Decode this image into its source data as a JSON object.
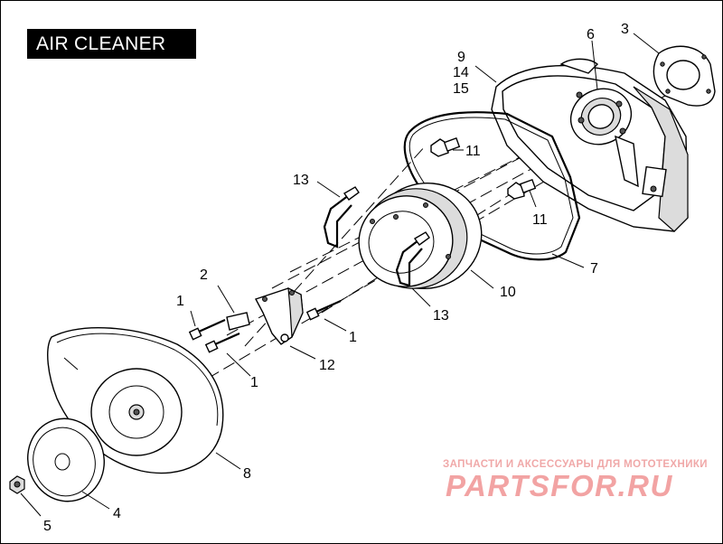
{
  "title": "AIR CLEANER",
  "callouts": {
    "c1_top": "1",
    "c1_right": "1",
    "c1_bottom": "1",
    "c2": "2",
    "c3": "3",
    "c4": "4",
    "c5": "5",
    "c6": "6",
    "c7": "7",
    "c8": "8",
    "c9": "9",
    "c14": "14",
    "c15": "15",
    "c10": "10",
    "c11_top": "11",
    "c11_mid": "11",
    "c12": "12",
    "c13_top": "13",
    "c13_bottom": "13"
  },
  "watermark": {
    "tagline": "ЗАПЧАСТИ И АКСЕССУАРЫ ДЛЯ МОТОТЕХНИКИ",
    "logo": "PARTSFOR.RU"
  },
  "colors": {
    "line": "#000000",
    "title_bg": "#000000",
    "title_text": "#ffffff",
    "watermark": "#f2a3a3"
  }
}
